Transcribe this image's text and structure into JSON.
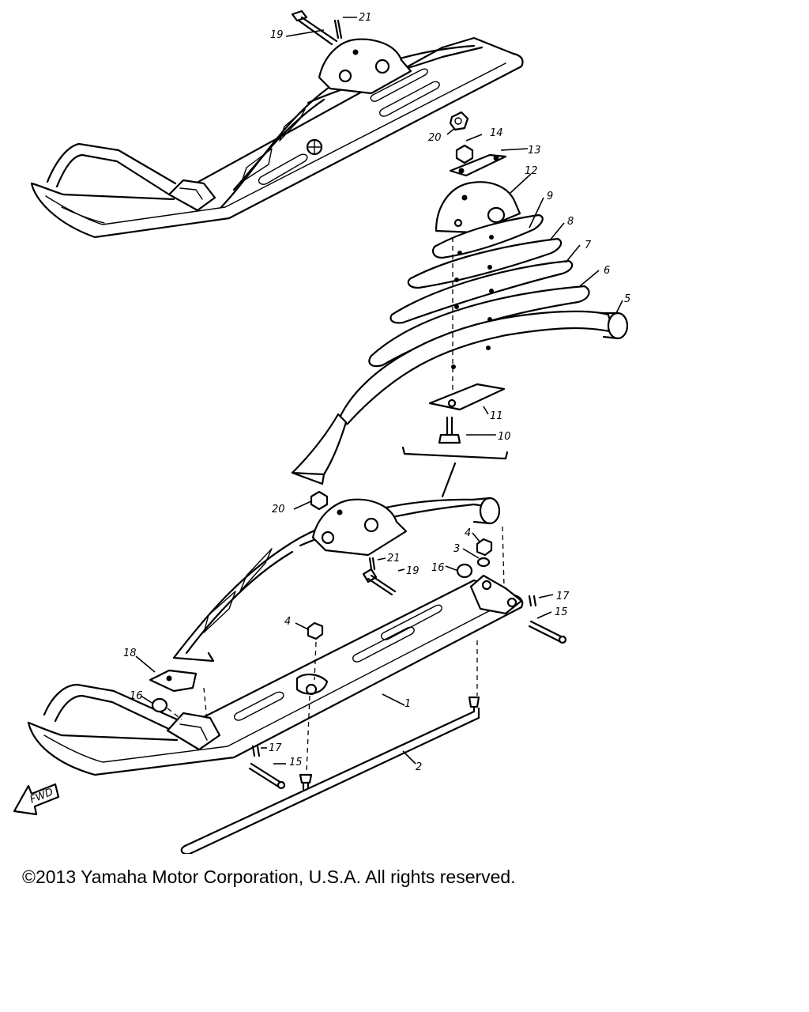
{
  "diagram": {
    "callouts": [
      "1",
      "2",
      "3",
      "4",
      "5",
      "6",
      "7",
      "8",
      "9",
      "10",
      "11",
      "12",
      "13",
      "14",
      "15",
      "16",
      "17",
      "18",
      "19",
      "20",
      "21"
    ],
    "direction_marker": "FWD"
  },
  "footer": {
    "copyright": "©2013 Yamaha Motor Corporation, U.S.A. All rights reserved."
  }
}
